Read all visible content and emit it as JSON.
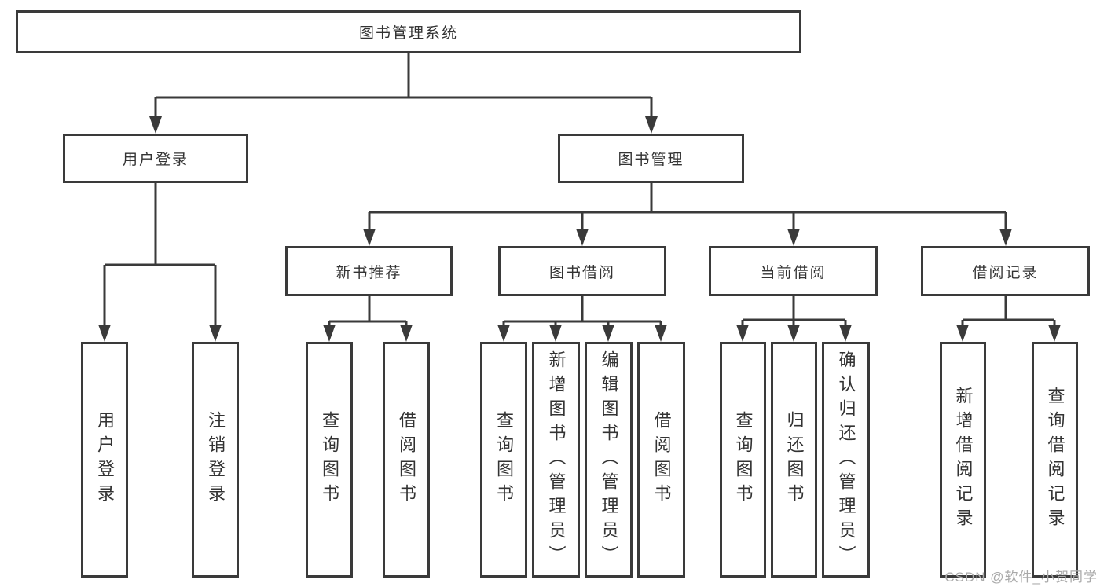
{
  "colors": {
    "line": "#3a3a3a",
    "box_border": "#3a3a3a",
    "text": "#333333",
    "watermark": "#a9a9a9"
  },
  "tree": {
    "root": "图书管理系统",
    "user_login": {
      "label": "用户登录",
      "children": [
        "用户登录",
        "注销登录"
      ]
    },
    "book_mgmt": {
      "label": "图书管理",
      "groups": [
        {
          "label": "新书推荐",
          "children": [
            "查询图书",
            "借阅图书"
          ]
        },
        {
          "label": "图书借阅",
          "children": [
            "查询图书",
            "新增图书（管理员）",
            "编辑图书（管理员）",
            "借阅图书"
          ]
        },
        {
          "label": "当前借阅",
          "children": [
            "查询图书",
            "归还图书",
            "确认归还（管理员）"
          ]
        },
        {
          "label": "借阅记录",
          "children": [
            "新增借阅记录",
            "查询借阅记录"
          ]
        }
      ]
    }
  },
  "watermark": "CSDN @软件_小贺同学"
}
